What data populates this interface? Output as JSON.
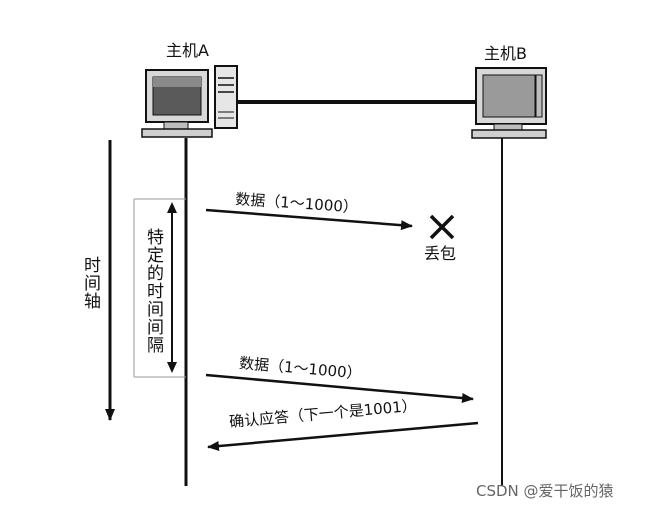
{
  "hostA": {
    "label": "主机A"
  },
  "hostB": {
    "label": "主机B"
  },
  "time_axis": {
    "label": "时间轴"
  },
  "interval": {
    "label": "特定的时间间隔"
  },
  "messages": {
    "first_send": "数据（1～1000）",
    "lost": "丢包",
    "resend": "数据（1～1000）",
    "ack": "确认应答（下一个是1001）"
  },
  "watermark": "CSDN @爱干饭的猿"
}
